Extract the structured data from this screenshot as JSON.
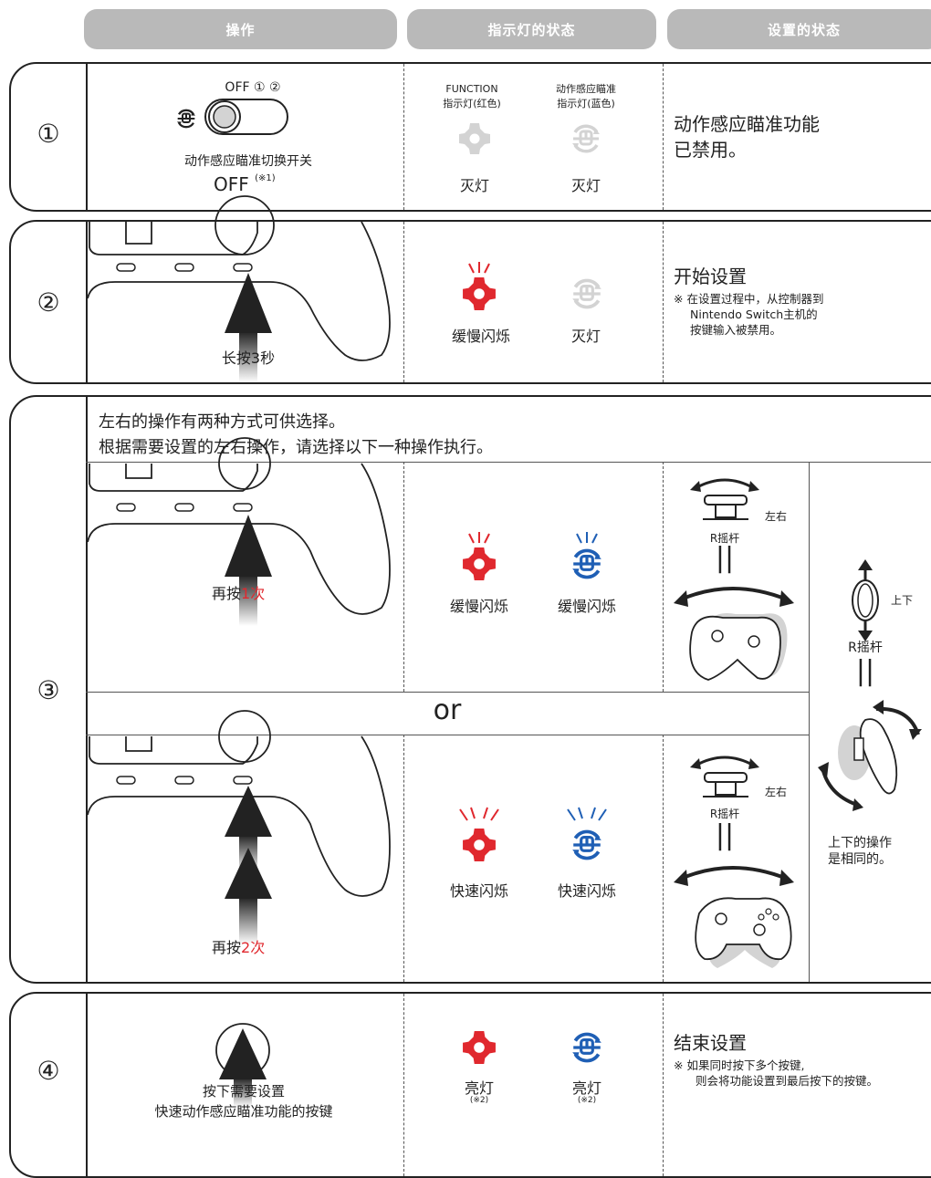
{
  "header": {
    "col1": "操作",
    "col2": "指示灯的状态",
    "col3": "设置的状态"
  },
  "colors": {
    "red": "#e0282e",
    "blue": "#1f5fb5",
    "gray": "#d3d3d3",
    "header": "#b9b9b9"
  },
  "rows": {
    "r1": {
      "number": "①",
      "switch_positions": "OFF ① ②",
      "switch_label": "动作感应瞄准切换开关",
      "switch_value": "OFF",
      "switch_note": "(※1)",
      "function_label1": "FUNCTION",
      "function_label2": "指示灯(红色)",
      "motion_label1": "动作感应瞄准",
      "motion_label2": "指示灯(蓝色)",
      "function_state": "灭灯",
      "motion_state": "灭灯",
      "status_line1": "动作感应瞄准功能",
      "status_line2": "已禁用。"
    },
    "r2": {
      "number": "②",
      "action": "长按3秒",
      "function_state": "缓慢闪烁",
      "motion_state": "灭灯",
      "status_title": "开始设置",
      "note_line1": "※ 在设置过程中，从控制器到",
      "note_line2": "Nintendo Switch主机的",
      "note_line3": "按键输入被禁用。"
    },
    "r3": {
      "number": "③",
      "intro1": "左右的操作有两种方式可供选择。",
      "intro2": "根据需要设置的左右操作，请选择以下一种操作执行。",
      "a_action_prefix": "再按",
      "a_action_count": "1次",
      "a_function_state": "缓慢闪烁",
      "a_motion_state": "缓慢闪烁",
      "a_stick_dir": "左右",
      "a_stick_name": "R摇杆",
      "or": "or",
      "b_action_prefix": "再按",
      "b_action_count": "2次",
      "b_function_state": "快速闪烁",
      "b_motion_state": "快速闪烁",
      "b_stick_dir": "左右",
      "b_stick_name": "R摇杆",
      "ud_dir": "上下",
      "ud_stick_name": "R摇杆",
      "ud_note1": "上下的操作",
      "ud_note2": "是相同的。"
    },
    "r4": {
      "number": "④",
      "action1": "按下需要设置",
      "action2": "快速动作感应瞄准功能的按键",
      "function_state": "亮灯",
      "function_note": "(※2)",
      "motion_state": "亮灯",
      "motion_note": "(※2)",
      "status_title": "结束设置",
      "note_line1": "※ 如果同时按下多个按键,",
      "note_line2": "则会将功能设置到最后按下的按键。"
    }
  }
}
